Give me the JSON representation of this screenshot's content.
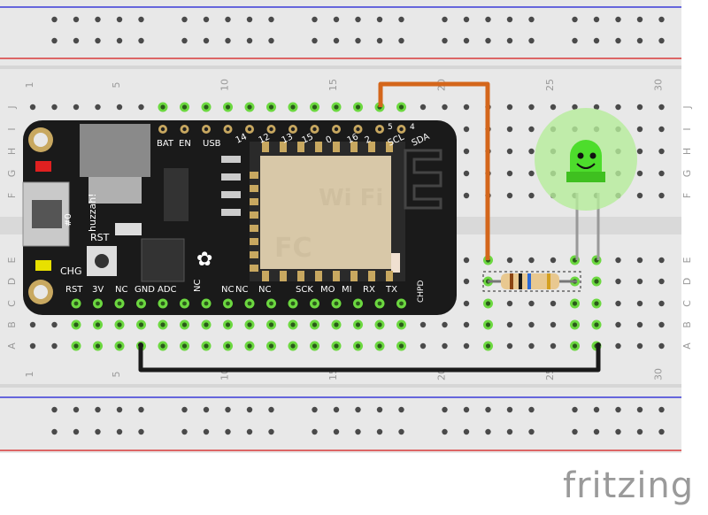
{
  "breadboard": {
    "columns_top": [
      "1",
      "5",
      "10",
      "15",
      "20",
      "25",
      "30"
    ],
    "columns_bottom": [
      "1",
      "5",
      "10",
      "15",
      "20",
      "25",
      "30"
    ],
    "rows_left": [
      "J",
      "I",
      "H",
      "G",
      "F",
      "E",
      "D",
      "C",
      "B",
      "A"
    ],
    "rows_right": [
      "J",
      "I",
      "H",
      "G",
      "F",
      "E",
      "D",
      "C",
      "B",
      "A"
    ]
  },
  "feather": {
    "top_pins": [
      "BAT",
      "EN",
      "USB",
      "14",
      "12",
      "13",
      "15",
      "0",
      "16",
      "2",
      "SCL",
      "SDA"
    ],
    "top_pins_small": [
      "5",
      "4"
    ],
    "bottom_pins": [
      "RST",
      "3V",
      "NC",
      "GND",
      "ADC",
      "NC",
      "NC",
      "NC",
      "NC",
      "SCK",
      "MO",
      "MI",
      "RX",
      "TX"
    ],
    "rst_label": "RST",
    "chg_label": "CHG",
    "side_label": "huzzah!",
    "num_label": "#0",
    "chpd_label": "CHPD"
  },
  "esp_module": {
    "wifi_text": "Wi Fi",
    "fcc_text": "FC"
  },
  "wire_colors": {
    "orange": "#d4661b",
    "black": "#1a1a1a",
    "led": "#5ee04a"
  },
  "brand": {
    "logo_text": "fritzing"
  }
}
